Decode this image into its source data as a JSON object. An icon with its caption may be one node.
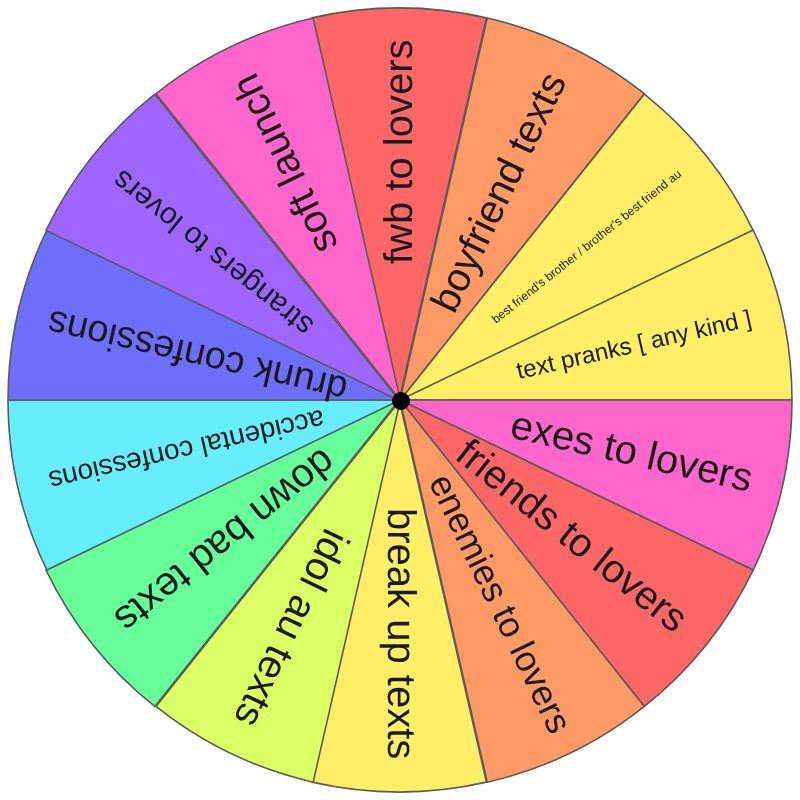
{
  "diagram": {
    "nodes": [
      {
        "text": [
          "fwb to lovers"
        ]
      },
      {
        "text": [
          "boyfriend texts"
        ]
      },
      {
        "text": [
          "best friend's brother / brother's best friend au"
        ]
      },
      {
        "text": [
          "text pranks [ any kind ]"
        ]
      },
      {
        "text": [
          "exes to lovers"
        ]
      },
      {
        "text": [
          "friends to lovers"
        ]
      },
      {
        "text": [
          "enemies to lovers"
        ]
      },
      {
        "text": [
          "break up texts"
        ]
      },
      {
        "text": [
          "idol au texts"
        ]
      },
      {
        "text": [
          "down bad texts"
        ]
      },
      {
        "text": [
          "accidental confessions"
        ]
      },
      {
        "text": [
          "drunk confessions"
        ]
      },
      {
        "text": [
          "strangers to lovers"
        ]
      },
      {
        "text": [
          "soft launch"
        ]
      }
    ]
  }
}
